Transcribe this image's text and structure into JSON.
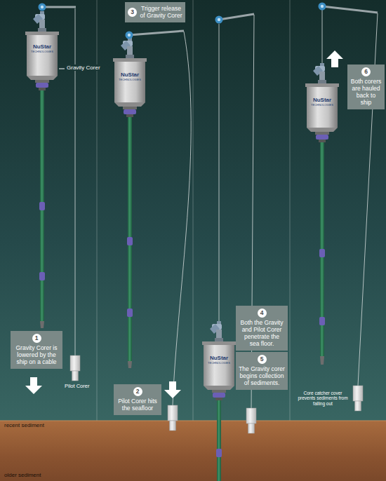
{
  "diagram": {
    "nodes": [
      {
        "text": [
          "1",
          "Gravity Corer is lowered by the ship on a cable"
        ]
      },
      {
        "text": [
          "2",
          "Pilot Corer hits the seafloor"
        ]
      },
      {
        "text": [
          "3",
          "Trigger release of Gravity Corer"
        ]
      },
      {
        "text": [
          "4",
          "Both the Gravity and Pilot Corer penetrate the sea floor."
        ]
      },
      {
        "text": [
          "5",
          "The Gravity corer begins collection of sediments."
        ]
      },
      {
        "text": [
          "6",
          "Both corers are hauled back to ship"
        ]
      }
    ],
    "labels": [
      "Gravity Corer",
      "Pilot Corer",
      "Core catcher cover prevents sediments from falling out",
      "recent sediment",
      "older sediment",
      "NuStar",
      "TECHNOLOGIES",
      "NuStar",
      "TECHNOLOGIES",
      "NuStar",
      "TECHNOLOGIES",
      "NuStar",
      "TECHNOLOGIES"
    ]
  }
}
